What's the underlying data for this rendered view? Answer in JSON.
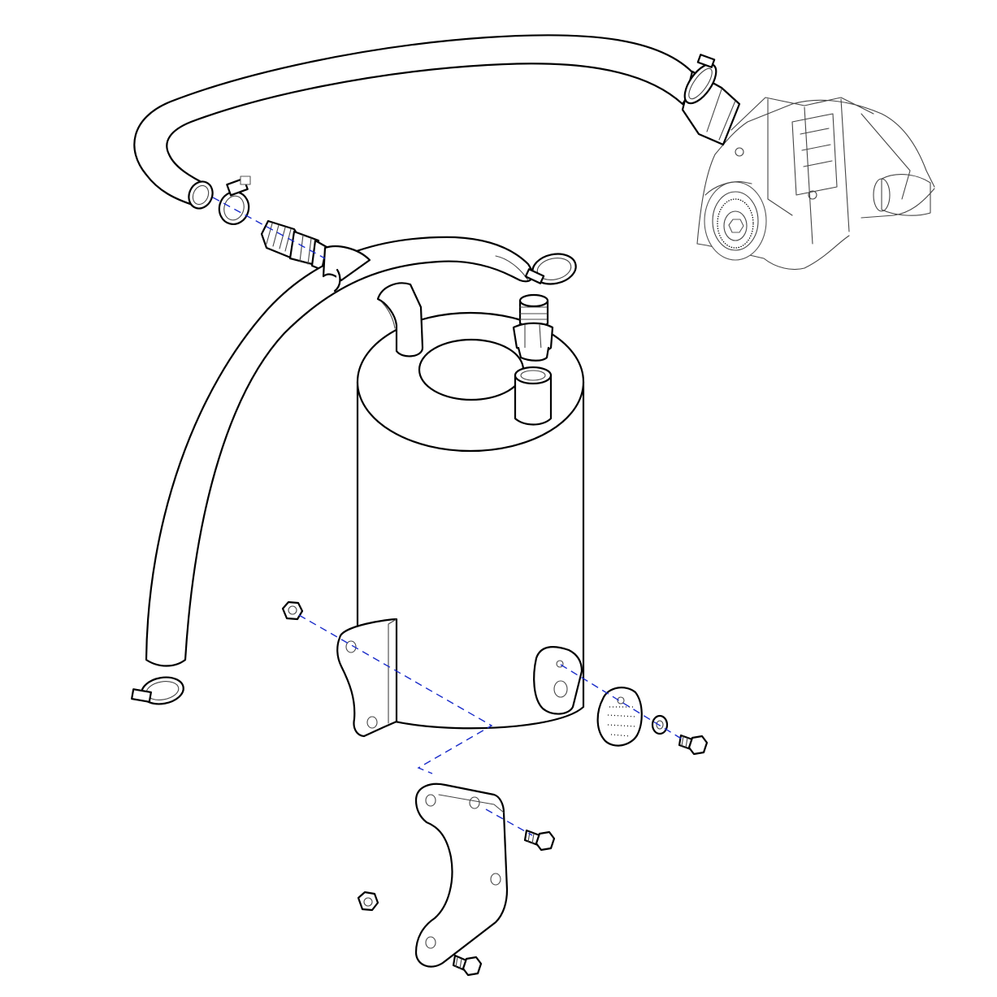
{
  "diagram": {
    "kind": "exploded-assembly-line-drawing",
    "colors": {
      "line": "#000000",
      "light_line": "#555555",
      "background": "#ffffff",
      "centerline": "#1a2cc8"
    },
    "components": [
      "upper-hose",
      "hose-clamp",
      "hose-barb-fitting",
      "elbow-hose",
      "return-hose",
      "catch-can-canister",
      "outlet-fitting",
      "canister-bracket",
      "mounting-bracket",
      "gasket",
      "washer",
      "hex-bolt",
      "hex-nut",
      "engine-pulley-housing"
    ]
  }
}
